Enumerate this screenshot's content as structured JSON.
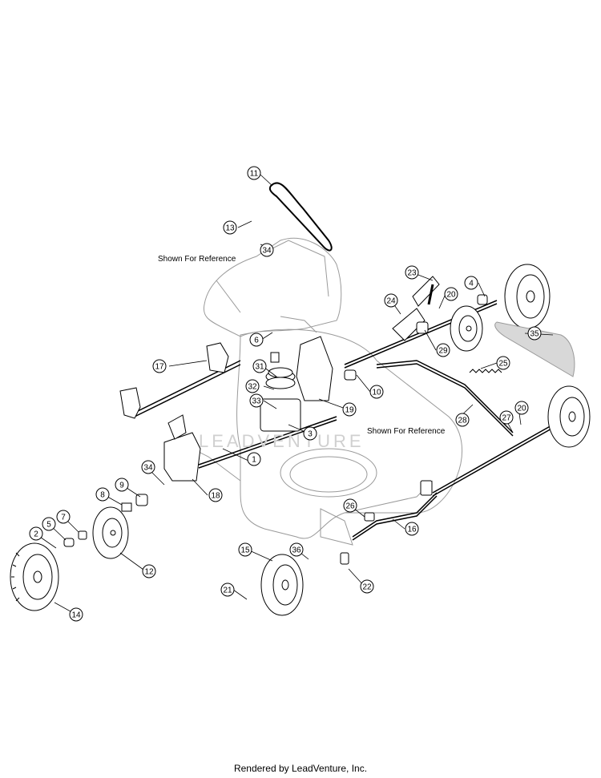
{
  "reference_labels": [
    "Shown For Reference",
    "Shown For Reference"
  ],
  "watermark": "LEADVENTURE",
  "footer": "Rendered by LeadVenture, Inc.",
  "parts": [
    {
      "num": "1"
    },
    {
      "num": "2"
    },
    {
      "num": "3"
    },
    {
      "num": "4"
    },
    {
      "num": "5"
    },
    {
      "num": "6"
    },
    {
      "num": "7"
    },
    {
      "num": "8"
    },
    {
      "num": "9"
    },
    {
      "num": "10"
    },
    {
      "num": "11"
    },
    {
      "num": "12"
    },
    {
      "num": "13"
    },
    {
      "num": "14"
    },
    {
      "num": "15"
    },
    {
      "num": "16"
    },
    {
      "num": "17"
    },
    {
      "num": "18"
    },
    {
      "num": "19"
    },
    {
      "num": "20"
    },
    {
      "num": "20"
    },
    {
      "num": "21"
    },
    {
      "num": "22"
    },
    {
      "num": "23"
    },
    {
      "num": "24"
    },
    {
      "num": "25"
    },
    {
      "num": "26"
    },
    {
      "num": "27"
    },
    {
      "num": "28"
    },
    {
      "num": "29"
    },
    {
      "num": "31"
    },
    {
      "num": "32"
    },
    {
      "num": "33"
    },
    {
      "num": "34"
    },
    {
      "num": "34"
    },
    {
      "num": "35"
    },
    {
      "num": "36"
    }
  ]
}
